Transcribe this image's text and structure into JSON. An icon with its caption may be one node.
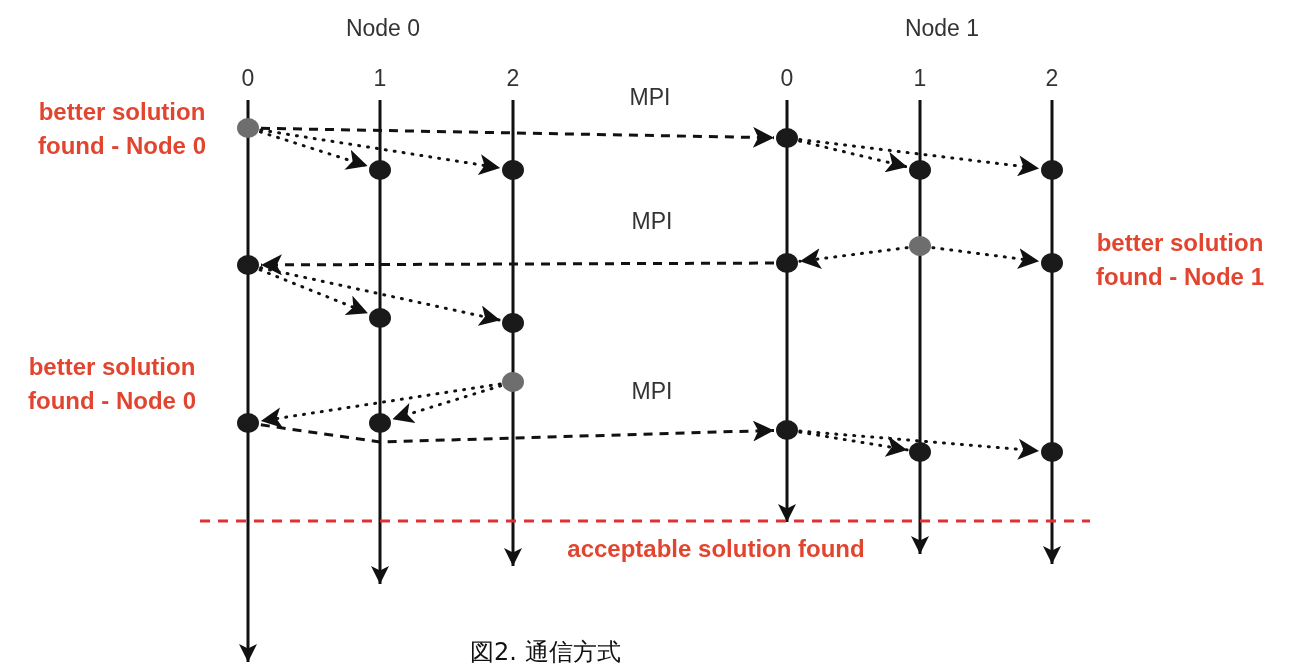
{
  "diagram": {
    "caption": "図2. 通信方式",
    "nodes": [
      {
        "text": [],
        "shape": "circle"
      },
      {
        "text": [],
        "shape": "circle"
      },
      {
        "text": [],
        "shape": "circle"
      },
      {
        "text": [],
        "shape": "circle"
      },
      {
        "text": [],
        "shape": "circle"
      },
      {
        "text": [],
        "shape": "circle"
      },
      {
        "text": [],
        "shape": "circle"
      },
      {
        "text": [],
        "shape": "circle"
      },
      {
        "text": [],
        "shape": "circle"
      },
      {
        "text": [],
        "shape": "circle"
      },
      {
        "text": [],
        "shape": "circle"
      },
      {
        "text": [],
        "shape": "circle"
      },
      {
        "text": [],
        "shape": "circle"
      },
      {
        "text": [],
        "shape": "circle"
      },
      {
        "text": [],
        "shape": "circle"
      },
      {
        "text": [],
        "shape": "circle"
      },
      {
        "text": [],
        "shape": "circle"
      },
      {
        "text": [],
        "shape": "circle"
      }
    ],
    "edges": [
      {
        "from": 0,
        "to": 1,
        "arrow": "to",
        "style": "dashed",
        "label": "MPI"
      },
      {
        "from": 0,
        "to": 2,
        "arrow": "to"
      },
      {
        "from": 0,
        "to": 3,
        "arrow": "to"
      },
      {
        "from": 1,
        "to": 4,
        "arrow": "to"
      },
      {
        "from": 1,
        "to": 5,
        "arrow": "to"
      },
      {
        "from": 6,
        "to": 8,
        "arrow": "to"
      },
      {
        "from": 6,
        "to": 9,
        "arrow": "to"
      },
      {
        "from": 8,
        "to": 7,
        "arrow": "to",
        "style": "dashed",
        "label": "MPI"
      },
      {
        "from": 7,
        "to": 10,
        "arrow": "to"
      },
      {
        "from": 7,
        "to": 11,
        "arrow": "to"
      },
      {
        "from": 12,
        "to": 13,
        "arrow": "to"
      },
      {
        "from": 12,
        "to": 14,
        "arrow": "to"
      },
      {
        "from": 13,
        "to": 15,
        "arrow": "to",
        "style": "dashed",
        "label": "MPI"
      },
      {
        "from": 15,
        "to": 16,
        "arrow": "to"
      },
      {
        "from": 15,
        "to": 17,
        "arrow": "to"
      }
    ],
    "labels": [
      "Node 0",
      "Node 1",
      "0",
      "1",
      "2",
      "0",
      "1",
      "2",
      "better solution found - Node 0",
      "better solution found - Node 1",
      "better solution found - Node 0",
      "acceptable solution found"
    ]
  }
}
